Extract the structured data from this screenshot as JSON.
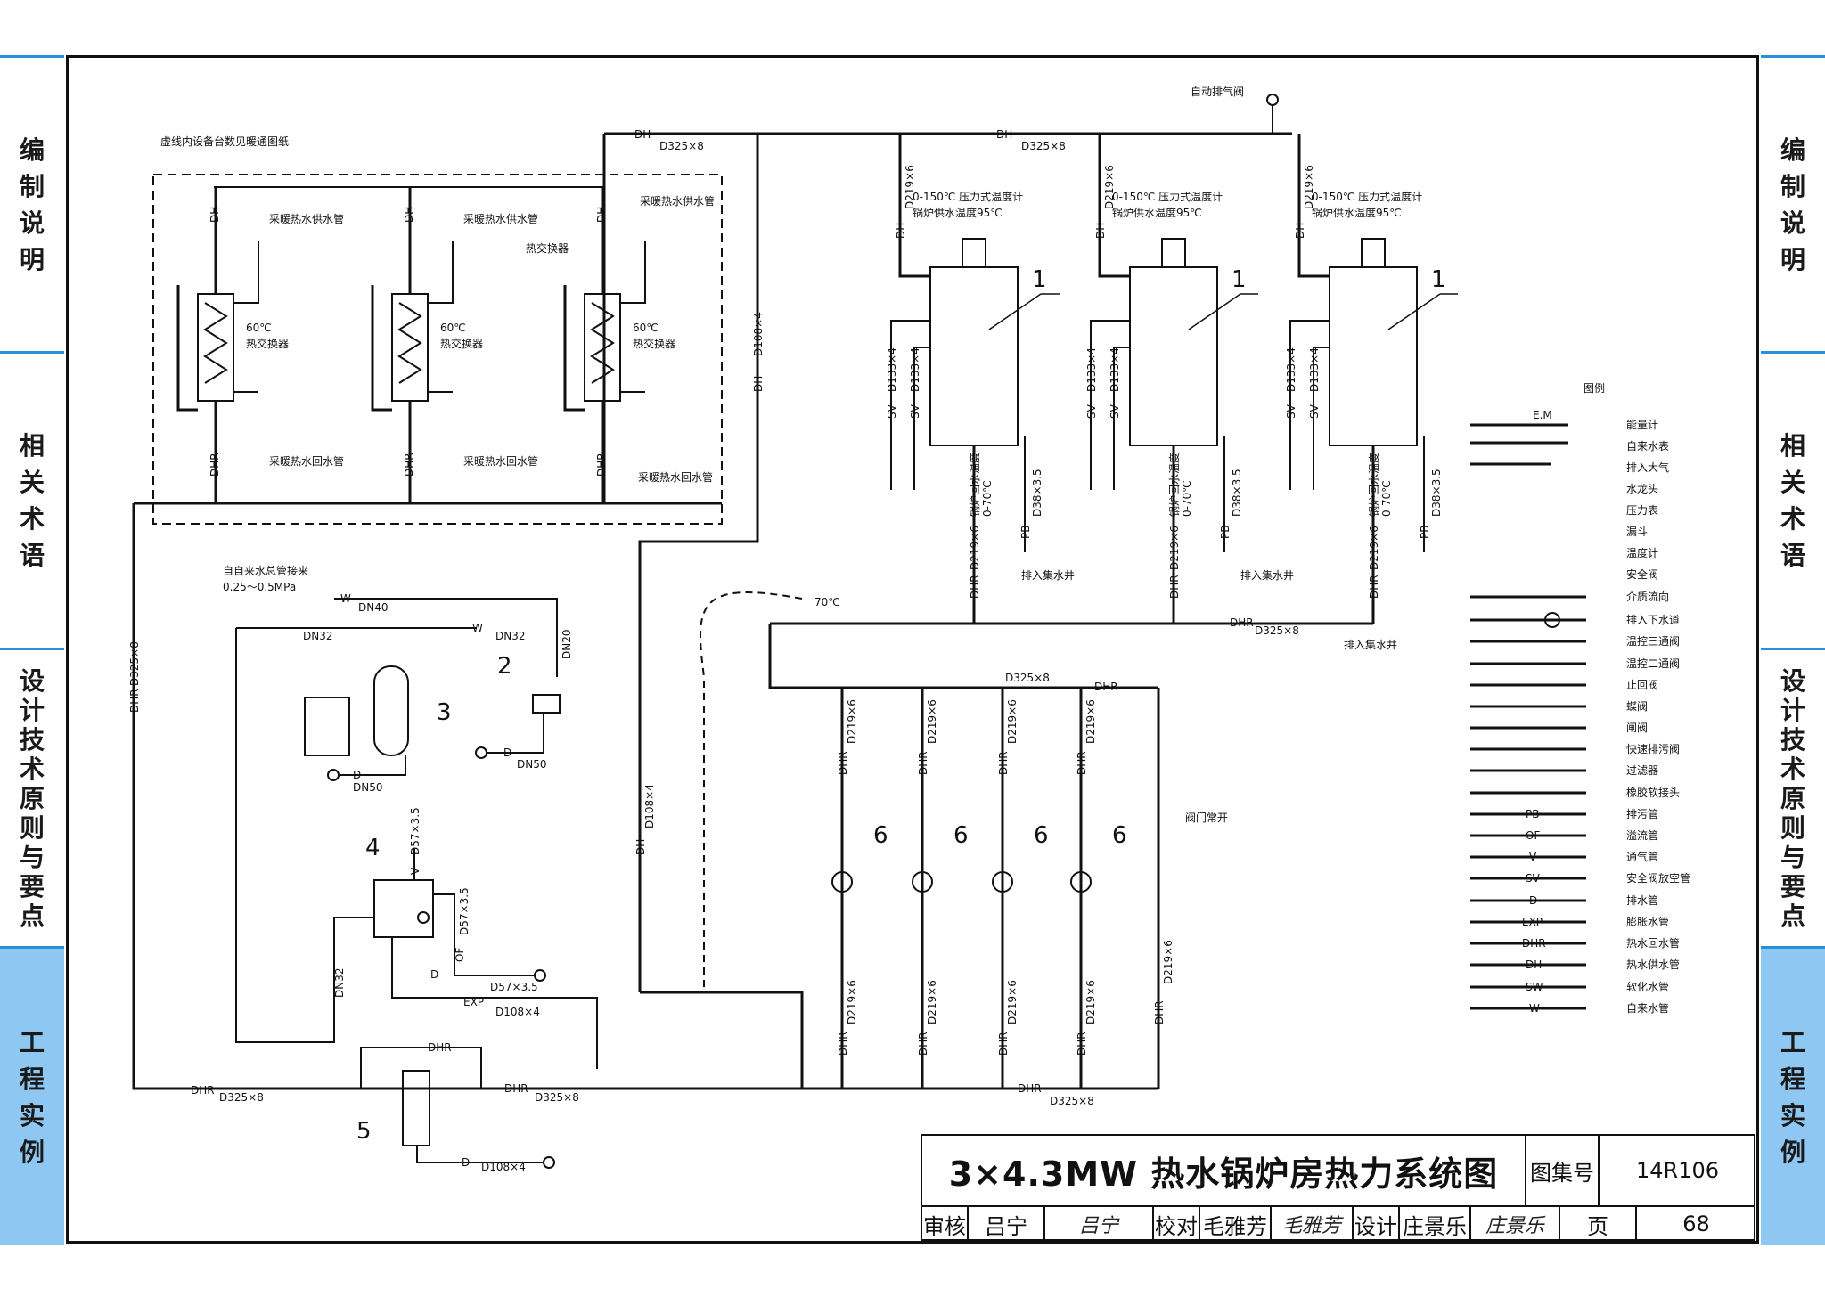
{
  "side_tabs": [
    {
      "id": "bianzhi",
      "chars": [
        "编",
        "制",
        "说",
        "明"
      ],
      "active": false
    },
    {
      "id": "xiangguan",
      "chars": [
        "相",
        "关",
        "术",
        "语"
      ],
      "active": false
    },
    {
      "id": "sheji",
      "chars": [
        "设",
        "计",
        "技",
        "术",
        "原",
        "则",
        "与",
        "要",
        "点"
      ],
      "active": false
    },
    {
      "id": "gongcheng",
      "chars": [
        "工",
        "程",
        "实",
        "例"
      ],
      "active": true
    }
  ],
  "title_block": {
    "title": "3×4.3MW 热水锅炉房热力系统图",
    "atlas_label": "图集号",
    "atlas_no": "14R106",
    "reviewer_label": "审核",
    "reviewer": "吕宁",
    "reviewer_sig": "吕宁",
    "checker_label": "校对",
    "checker": "毛雅芳",
    "checker_sig": "毛雅芳",
    "designer_label": "设计",
    "designer": "庄景乐",
    "designer_sig": "庄景乐",
    "page_label": "页",
    "page_no": "68"
  },
  "labels": {
    "dashed_box_note": "虚线内设备台数见暖通图纸",
    "sup_pipe": "采暖热水供水管",
    "ret_pipe": "采暖热水回水管",
    "hx_name": "热交换器",
    "hx_temp": "60℃",
    "dh": "DH",
    "dhr": "DHR",
    "d325": "D325×8",
    "d108": "D108×4",
    "d219": "D219×6",
    "d133": "D133×4",
    "d38": "D38×3.5",
    "d57": "D57×3.5",
    "sv": "SV",
    "pb": "PB",
    "of": "OF",
    "exp": "EXP",
    "w": "W",
    "d": "D",
    "auto_vent": "自动排气阀",
    "gauge": "0-150℃ 压力式温度计",
    "supply_temp": "锅炉供水温度95℃",
    "return_temp_1": "锅炉回水温度",
    "return_temp_2": "0-70℃",
    "to_pit": "排入集水井",
    "valve_open": "阀门常开",
    "temp70": "70℃",
    "city_water": "自自来水总管接来",
    "pressure": "0.25～0.5MPa",
    "dn40": "DN40",
    "dn32": "DN32",
    "dn20": "DN20",
    "dn50": "DN50",
    "num1": "1",
    "num2": "2",
    "num3": "3",
    "num4": "4",
    "num5": "5",
    "num6": "6"
  },
  "legend": {
    "title": "图例",
    "items": [
      "能量计",
      "自来水表",
      "排入大气",
      "水龙头",
      "压力表",
      "漏斗",
      "温度计",
      "安全阀",
      "介质流向",
      "排入下水道",
      "温控三通阀",
      "温控二通阀",
      "止回阀",
      "蝶阀",
      "闸阀",
      "快速排污阀",
      "过滤器",
      "橡胶软接头",
      "排污管",
      "溢流管",
      "通气管",
      "安全阀放空管",
      "排水管",
      "膨胀水管",
      "热水回水管",
      "热水供水管",
      "软化水管",
      "自来水管"
    ],
    "codes": [
      "PB",
      "OF",
      "V",
      "SV",
      "D",
      "EXP",
      "DHR",
      "DH",
      "SW",
      "W"
    ],
    "em": "E.M"
  }
}
